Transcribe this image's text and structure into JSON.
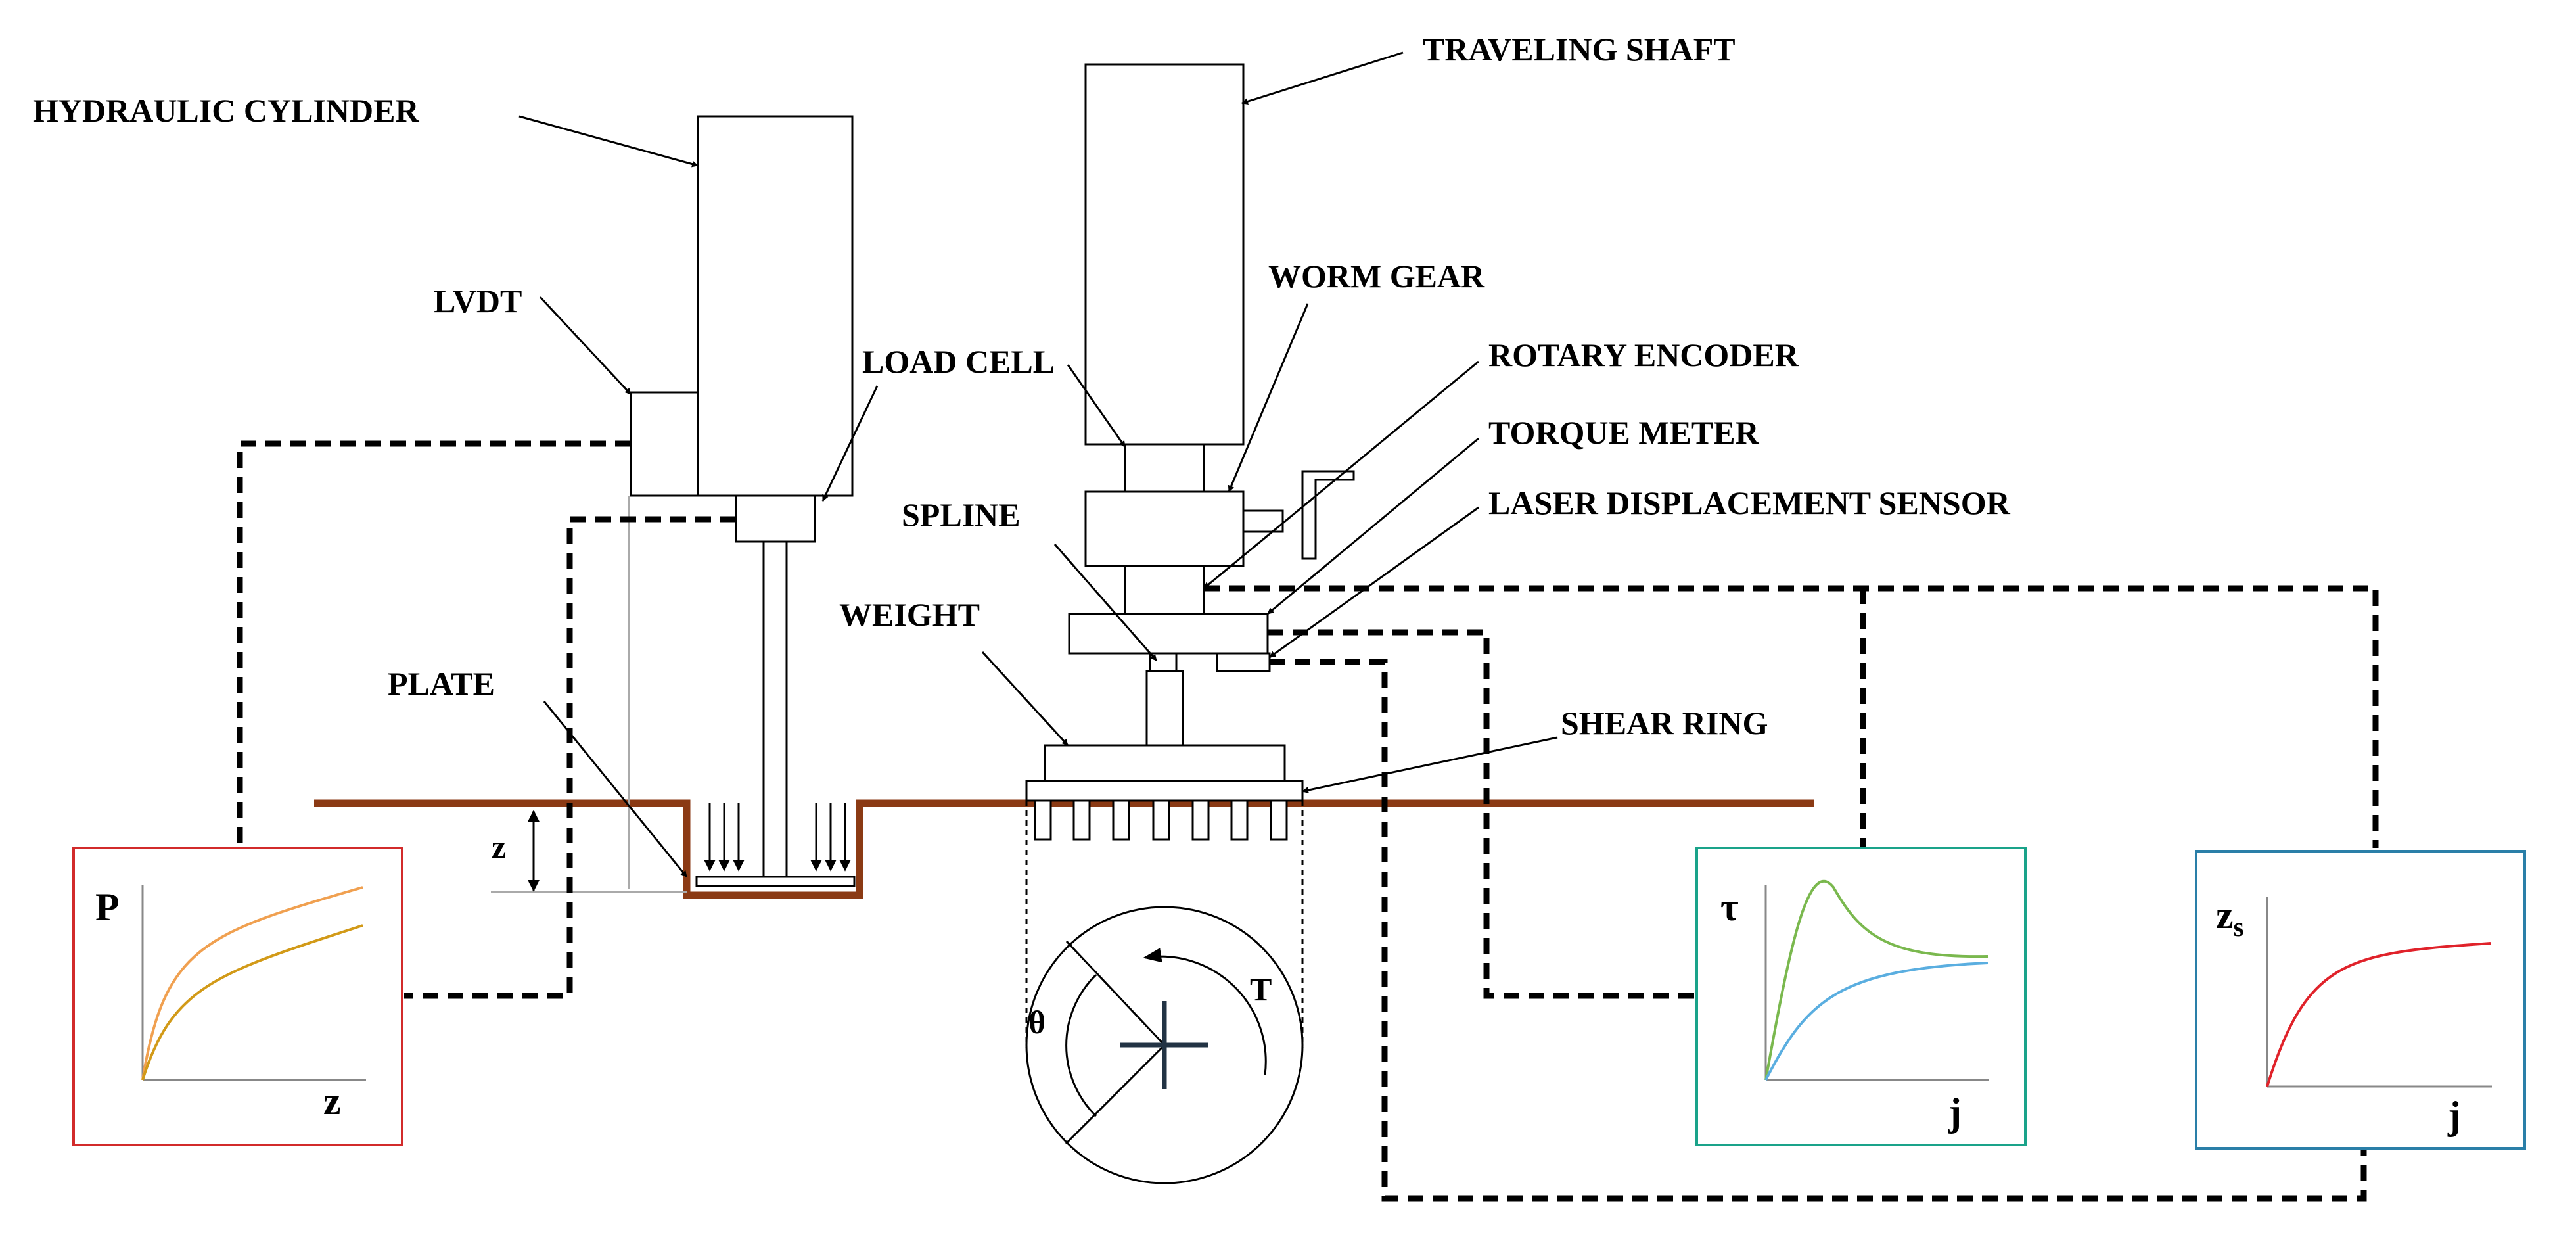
{
  "labels": {
    "traveling_shaft": "TRAVELING SHAFT",
    "hydraulic_cylinder": "HYDRAULIC CYLINDER",
    "worm_gear": "WORM GEAR",
    "lvdt": "LVDT",
    "load_cell": "LOAD CELL",
    "rotary_encoder": "ROTARY ENCODER",
    "torque_meter": "TORQUE METER",
    "spline": "SPLINE",
    "laser_displacement_sensor": "LASER DISPLACEMENT SENSOR",
    "weight": "WEIGHT",
    "plate": "PLATE",
    "shear_ring": "SHEAR RING",
    "z_dim": "z",
    "theta": "θ",
    "torque_T": "T"
  },
  "graphs": {
    "pressure": {
      "y_label": "P",
      "x_label": "z"
    },
    "shear": {
      "y_label": "τ",
      "x_label": "j"
    },
    "sinkage": {
      "y_label": "z",
      "y_sub": "s",
      "x_label": "j"
    }
  },
  "colors": {
    "soil": "#8b3a14",
    "graph1_frame": "#d22b2b",
    "graph2_frame": "#1aa38a",
    "graph3_frame": "#2a7fa8",
    "curve_orange_light": "#f0a050",
    "curve_orange_dark": "#d29a18",
    "curve_green": "#7ab84e",
    "curve_blue": "#5aaee0",
    "curve_red": "#e0222a",
    "axis": "#888888",
    "line": "#000000"
  }
}
